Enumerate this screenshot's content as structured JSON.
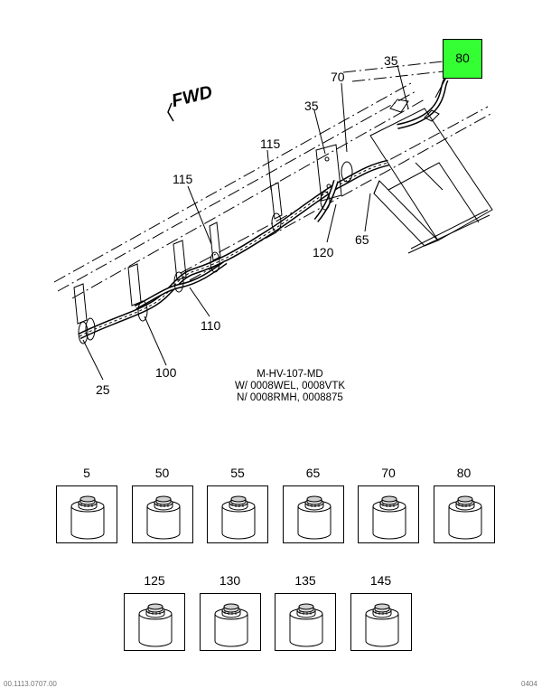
{
  "diagram": {
    "fwd_label": "FWD",
    "highlight_color": "#33ff33",
    "callouts": [
      {
        "text": "80",
        "highlighted": true
      },
      {
        "text": "35"
      },
      {
        "text": "70"
      },
      {
        "text": "35"
      },
      {
        "text": "115"
      },
      {
        "text": "115"
      },
      {
        "text": "120"
      },
      {
        "text": "65"
      },
      {
        "text": "110"
      },
      {
        "text": "100"
      },
      {
        "text": "25"
      }
    ],
    "caption_lines": [
      "M-HV-107-MD",
      "W/ 0008WEL, 0008VTK",
      "N/ 0008RMH, 0008875"
    ]
  },
  "parts_row1": [
    "5",
    "50",
    "55",
    "65",
    "70",
    "80"
  ],
  "parts_row2": [
    "125",
    "130",
    "135",
    "145"
  ],
  "footer": {
    "left": "00.1113.0707.00",
    "right": "0404"
  }
}
